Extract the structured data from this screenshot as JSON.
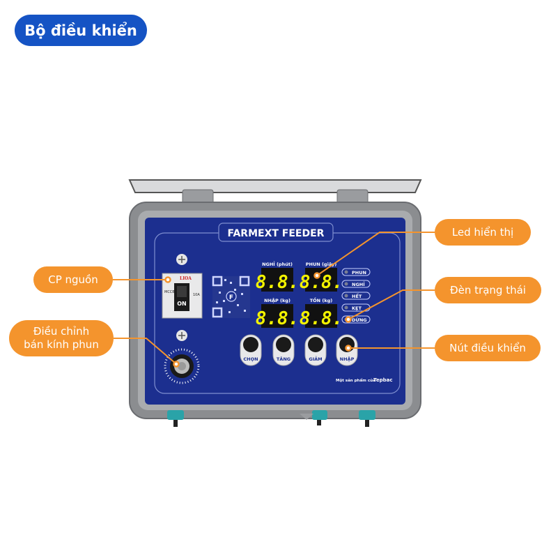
{
  "title": "Bộ điều khiển",
  "device": {
    "brand": "FARMEXT FEEDER",
    "breaker": {
      "brand": "LIOA",
      "type": "MCCB",
      "state": "ON",
      "rating": "10A"
    },
    "displays": [
      {
        "label": "NGHỈ (phút)",
        "value": "8.8."
      },
      {
        "label": "PHUN (giây)",
        "value": "8.8."
      },
      {
        "label": "NHẬP (kg)",
        "value": "8.8."
      },
      {
        "label": "TỒN (kg)",
        "value": "8.8."
      }
    ],
    "status_lights": [
      "PHUN",
      "NGHỈ",
      "HẾT",
      "KẸT",
      "DỪNG"
    ],
    "buttons": [
      "CHỌN",
      "TĂNG",
      "GIẢM",
      "NHẬP"
    ],
    "maker_note": "Một sản phẩm của",
    "maker_brand": "Tepbac",
    "qr_letter": "F"
  },
  "callouts": {
    "power": "CP nguồn",
    "radius_line1": "Điều chỉnh",
    "radius_line2": "bán kính phun",
    "led": "Led hiển thị",
    "status": "Đèn trạng thái",
    "buttons": "Nút điều khiển"
  },
  "colors": {
    "accent_blue": "#1553c4",
    "panel_blue": "#1c2f8f",
    "callout_orange": "#f4942d",
    "led_yellow": "#f2f200"
  }
}
